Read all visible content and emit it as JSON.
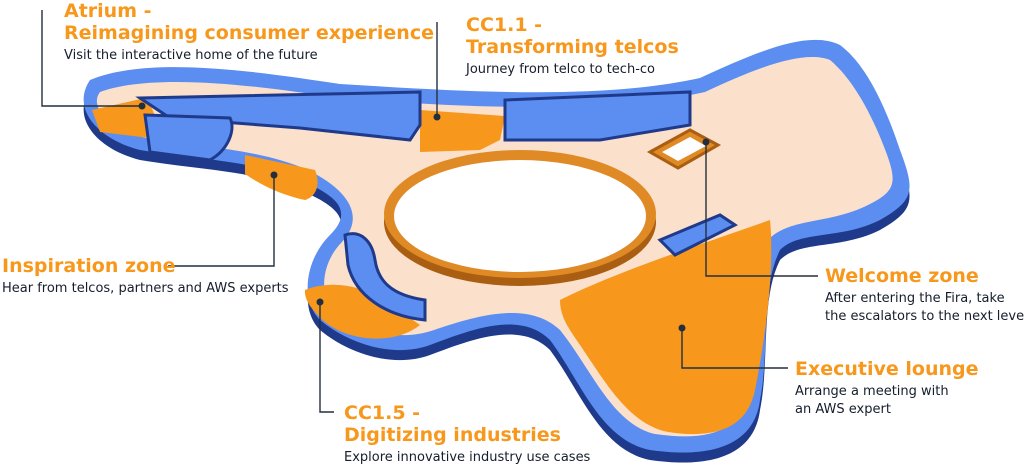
{
  "zones": {
    "atrium": {
      "title_line1": "Atrium -",
      "title_line2": "Reimagining consumer experience",
      "description": "Visit the interactive home of the future"
    },
    "cc11": {
      "title_line1": "CC1.1 -",
      "title_line2": "Transforming telcos",
      "description": "Journey from telco to tech-co"
    },
    "inspiration": {
      "title": "Inspiration zone",
      "description": "Hear from telcos, partners and AWS experts"
    },
    "welcome": {
      "title": "Welcome zone",
      "description_line1": "After entering the Fira, take",
      "description_line2": "the escalators to the next level"
    },
    "executive": {
      "title": "Executive lounge",
      "description_line1": "Arrange a meeting with",
      "description_line2": "an AWS expert"
    },
    "cc15": {
      "title_line1": "CC1.5 -",
      "title_line2": "Digitizing industries",
      "description": "Explore innovative industry use cases"
    }
  },
  "colors": {
    "wall_top": "#5b8ef0",
    "wall_side": "#1f3a8a",
    "floor": "#fbe0cc",
    "zone_orange": "#f7981d",
    "ring": "#c9771b",
    "leader": "#232f3e"
  }
}
